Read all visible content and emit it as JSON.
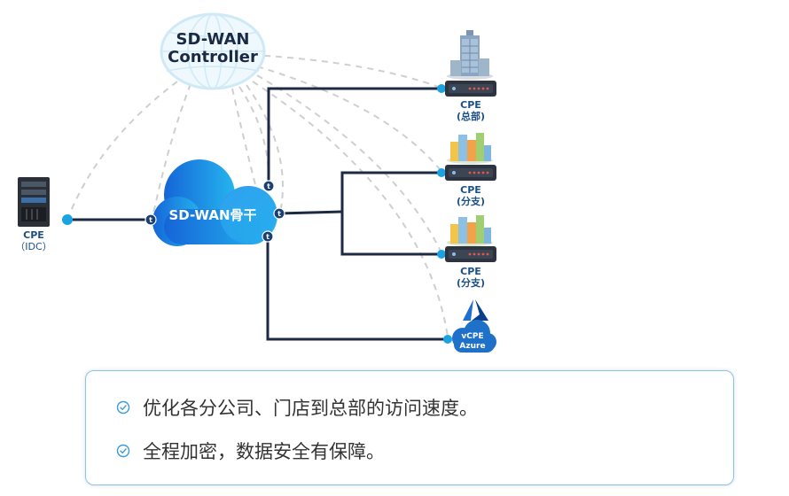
{
  "controller": {
    "line1": "SD-WAN",
    "line2": "Controller"
  },
  "backbone": {
    "label": "SD-WAN骨干",
    "port_glyph": "t"
  },
  "nodes": {
    "idc": {
      "line1": "CPE",
      "line2": "（IDC）"
    },
    "hq": {
      "line1": "CPE",
      "line2": "(总部)"
    },
    "branch1": {
      "line1": "CPE",
      "line2": "(分支)"
    },
    "branch2": {
      "line1": "CPE",
      "line2": "(分支)"
    },
    "azure": {
      "line1": "vCPE",
      "line2": "Azure"
    }
  },
  "features": [
    {
      "text": "优化各分公司、门店到总部的访问速度。",
      "icon": "check-circle-icon"
    },
    {
      "text": "全程加密，数据安全有保障。",
      "icon": "check-circle-icon"
    }
  ],
  "colors": {
    "link": "#1c2a44",
    "dashed": "#cfcfcf",
    "cloud_dark": "#1565d8",
    "cloud_light": "#25b5ee",
    "accent": "#1aa3e0",
    "router": "#2d3440",
    "text": "#333333"
  }
}
